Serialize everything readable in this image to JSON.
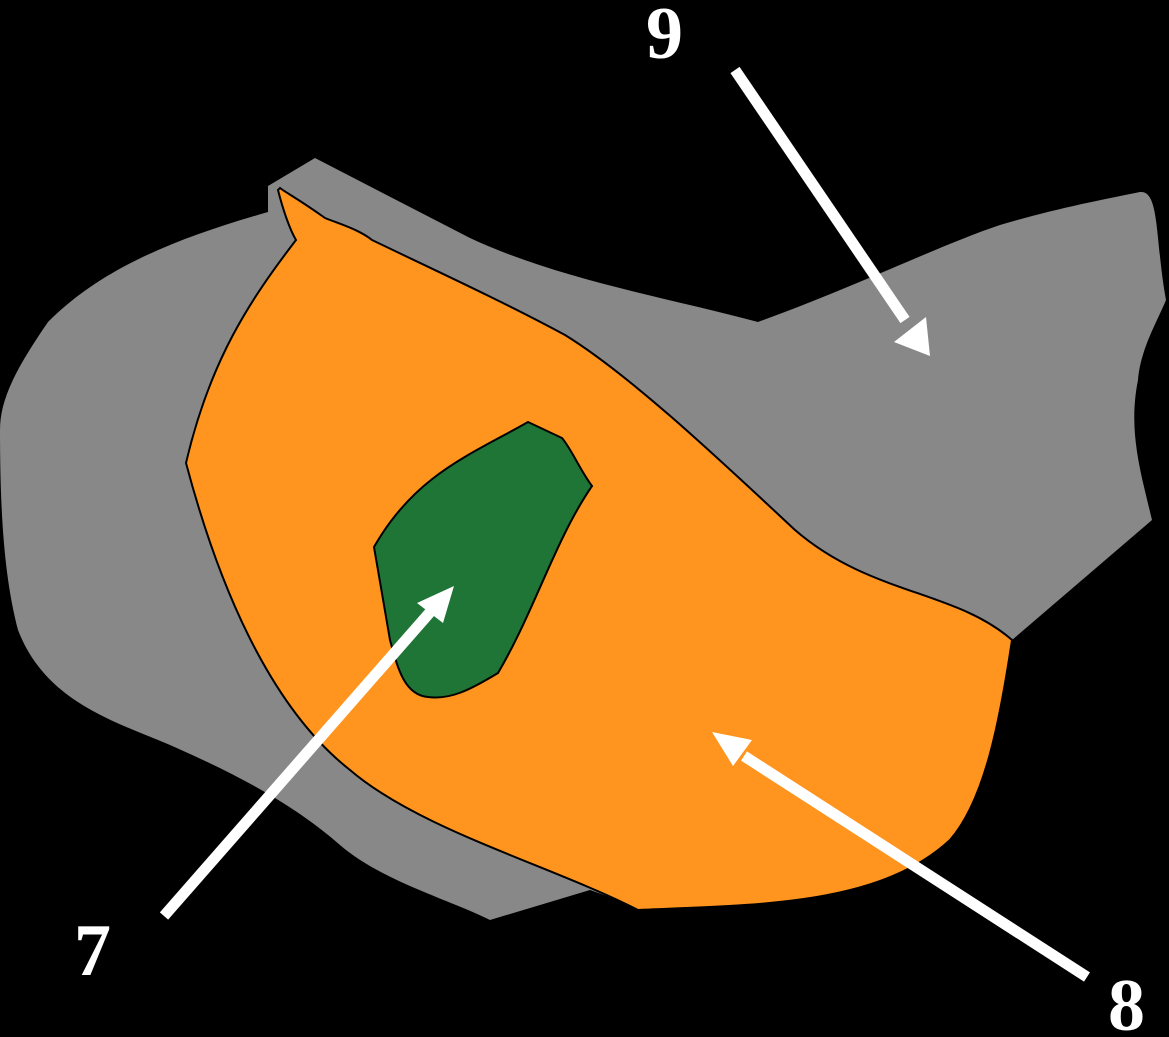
{
  "colors": {
    "background": "#000000",
    "outer_region": "#888888",
    "middle_region": "#FF941E",
    "inner_region": "#1E7536",
    "arrows": "#FFFFFF",
    "labels": "#FFFFFF",
    "outline": "#000000"
  },
  "labels": {
    "label_9": "9",
    "label_7": "7",
    "label_8": "8"
  }
}
